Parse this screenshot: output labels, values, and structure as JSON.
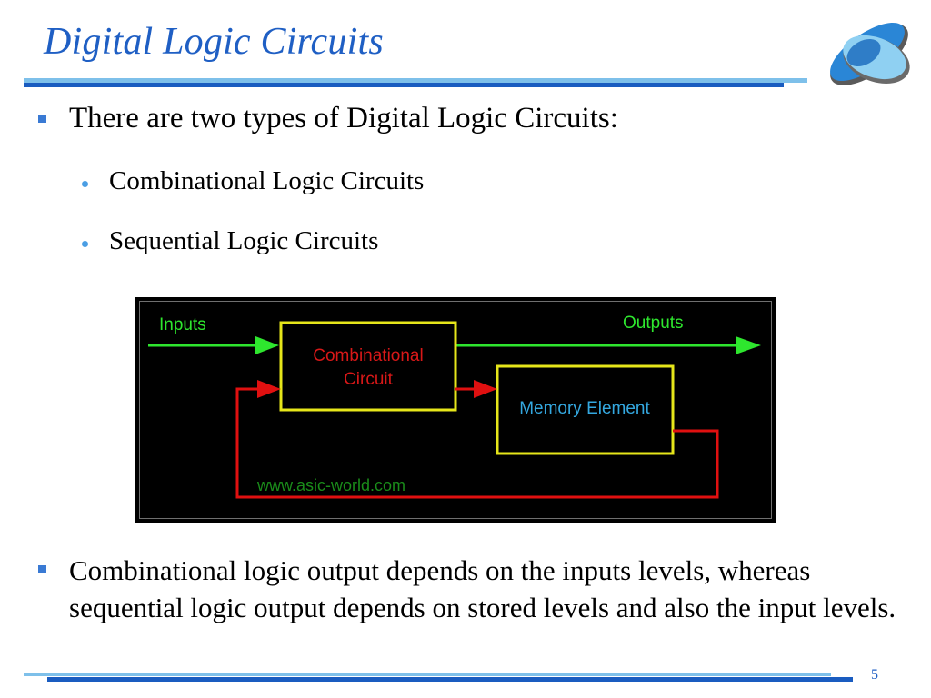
{
  "slide": {
    "title": "Digital Logic Circuits",
    "page_number": "5"
  },
  "bullets": {
    "first": "There are two types of Digital Logic Circuits:",
    "sub_items": [
      "Combinational Logic Circuits",
      "Sequential Logic Circuits"
    ],
    "second": "Combinational logic output depends on the inputs levels, whereas sequential logic output depends on stored levels and also the input levels."
  },
  "diagram": {
    "inputs_label": "Inputs",
    "outputs_label": "Outputs",
    "combinational_line1": "Combinational",
    "combinational_line2": "Circuit",
    "memory_label": "Memory Element",
    "watermark": "www.asic-world.com",
    "colors": {
      "signal_green": "#2ee62e",
      "feedback_red": "#e01010",
      "box_yellow": "#e6e61a",
      "comb_text_red": "#d81818",
      "memory_text_blue": "#34a8e0",
      "watermark_green": "#1a8c1a"
    }
  },
  "theme": {
    "title_blue": "#1f5fc4",
    "rule_dark": "#1a5cc0",
    "rule_light": "#7ec0ea"
  }
}
